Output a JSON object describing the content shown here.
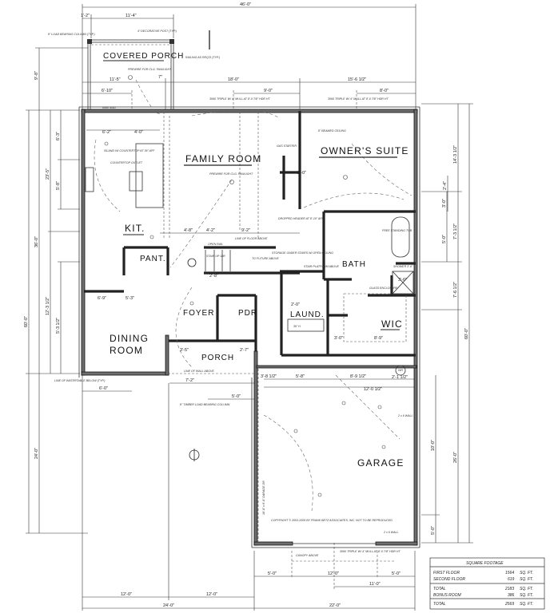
{
  "plan": {
    "rooms": {
      "covered_porch": "COVERED PORCH",
      "family_room": "FAMILY ROOM",
      "owners_suite": "OWNER'S SUITE",
      "kitchen": "KIT.",
      "pantry": "PANT.",
      "bath": "BATH",
      "foyer": "FOYER",
      "powder": "PDR",
      "laundry": "LAUND.",
      "wic": "WIC",
      "dining_1": "DINING",
      "dining_2": "ROOM",
      "porch": "PORCH",
      "garage": "GARAGE"
    },
    "dimensions": {
      "top_overall": "46'-0\"",
      "top_a": "1'-2\"",
      "top_b": "11'-4\"",
      "top_c": "11'-5\"",
      "top_d": "18'-0\"",
      "top_e": "15'-6 1/2\"",
      "top_f": "6'-10\"",
      "top_g": "9'-0\"",
      "top_h": "8'-0\"",
      "top_i": "7\"",
      "left_porch": "9'-8\"",
      "left_overall": "60'-0\"",
      "left_house": "36'-0\"",
      "left_garage": "24'-0\"",
      "left_a": "23'-5\"",
      "left_b": "12'-3 1/2\"",
      "left_c": "6'-3\"",
      "left_d": "5'-8\"",
      "left_e": "5'-3 1/2\"",
      "right_overall": "60'-0\"",
      "right_a": "14'-3 1/2\"",
      "right_b": "7'-3 1/2\"",
      "right_c": "7'-6 1/2\"",
      "right_d": "26'-0\"",
      "right_e": "2'-4\"",
      "right_f": "3'-0\"",
      "right_g": "5'-0\"",
      "right_h": "10'-0\"",
      "right_i": "5'-0\"",
      "bottom_a": "5'-0\"",
      "bottom_b": "12'-0\"",
      "bottom_c": "5'-0\"",
      "bottom_d": "11'-0\"",
      "bottom_e": "12'-0\"",
      "bottom_f": "12'-0\"",
      "bottom_g": "24'-0\"",
      "bottom_h": "22'-0\"",
      "int_a": "6'-2\"",
      "int_b": "4'-0\"",
      "int_c": "4'-8\"",
      "int_d": "4'-2\"",
      "int_e": "9'-2\"",
      "int_f": "6'-9\"",
      "int_g": "5'-3\"",
      "int_h": "3'-5\"",
      "int_i": "2'-7\"",
      "int_j": "3'-8 1/2\"",
      "int_k": "5'-8\"",
      "int_l": "8'-9 1/2\"",
      "int_m": "2'-1 1/2\"",
      "int_n": "12'-0 1/2\"",
      "int_o": "7'-2\"",
      "int_p": "5'-0\"",
      "int_q": "6'-0\"",
      "int_r": "8'-9\"",
      "int_s": "3'-0\"",
      "int_t": "2'-0\"",
      "int_u": "3'-6\"",
      "int_v": "2'-8\"",
      "int_w": "2'-0\""
    },
    "notes": {
      "load_column": "8\" LOAD BEARING COLUMN (TYP.)",
      "deco_post": "4\" DECORATIVE POST (TYP.)",
      "railing": "RAILING AS REQ'D (TYP.)",
      "prewire_fan": "PREWIRE FOR CLG. FAN/LIGHT",
      "triple_window_1": "3060 TRIPLE W/ 4\" MULL AT 8'-0 7/8\" HDR HT",
      "triple_window_2": "3060 TRIPLE W/ 4\" MULL AT 8'-0 7/8\" HDR HT",
      "door_6080": "6080 SGD",
      "island": "ISLAND W/ COUNTERTOP AT 36\" AFF",
      "countertop_outlet": "COUNTERTOP OUTLET",
      "beamed_ceiling": "8\" BEAMED CEILING",
      "gas_starter": "GAS STARTER",
      "dropped_header": "DROPPED HEADER AT 8'-10\" AFF",
      "open_rail": "OPEN RAIL",
      "line_of_floor": "LINE OF FLOOR ABOVE",
      "to_future_above": "TO FUTURE ABOVE",
      "storage": "STORAGE UNDER STAIRS W/ OPEN CEILING",
      "stair_platform": "STAIR PLATFORM ABOVE",
      "free_standing_tub": "FREE STANDING TUB",
      "shower": "SHOWER 3'-6\"",
      "glass_enclosure": "GLASS ENCLOSURE",
      "line_of_wall": "LINE OF WALL ABOVE",
      "timber_column": "8\" TIMBER LOAD BEARING COLUMN",
      "garage_door_note": "3060 TRIPLE W/ 4\" MULL AT 8'-0 7/8\" HDR HT",
      "canopy": "CANOPY ABOVE",
      "wall_2x6": "2 x 6 WALL",
      "line_of_water_table": "LINE OF WATERTABLE BELOW (TYP.)",
      "garage_door": "16'-0\" x 8'-0\" GARAGE DR",
      "stair_up": "STAIR UP 18R",
      "laundry_counter": "36\" H",
      "whb": "WH",
      "copyright": "COPYRIGHT © 2003-2005 BY FRANK BETZ ASSOCIATES, INC. NOT TO BE REPRODUCED"
    },
    "square_footage": {
      "title": "SQUARE FOOTAGE",
      "rows": [
        {
          "label": "FIRST FLOOR",
          "value": "1564",
          "unit": "SQ. FT."
        },
        {
          "label": "SECOND FLOOR",
          "value": "619",
          "unit": "SQ. FT."
        },
        {
          "label": "TOTAL",
          "value": "2183",
          "unit": "SQ. FT."
        },
        {
          "label": "BONUS ROOM",
          "value": "386",
          "unit": "SQ. FT."
        },
        {
          "label": "TOTAL",
          "value": "2569",
          "unit": "SQ. FT."
        }
      ]
    }
  }
}
